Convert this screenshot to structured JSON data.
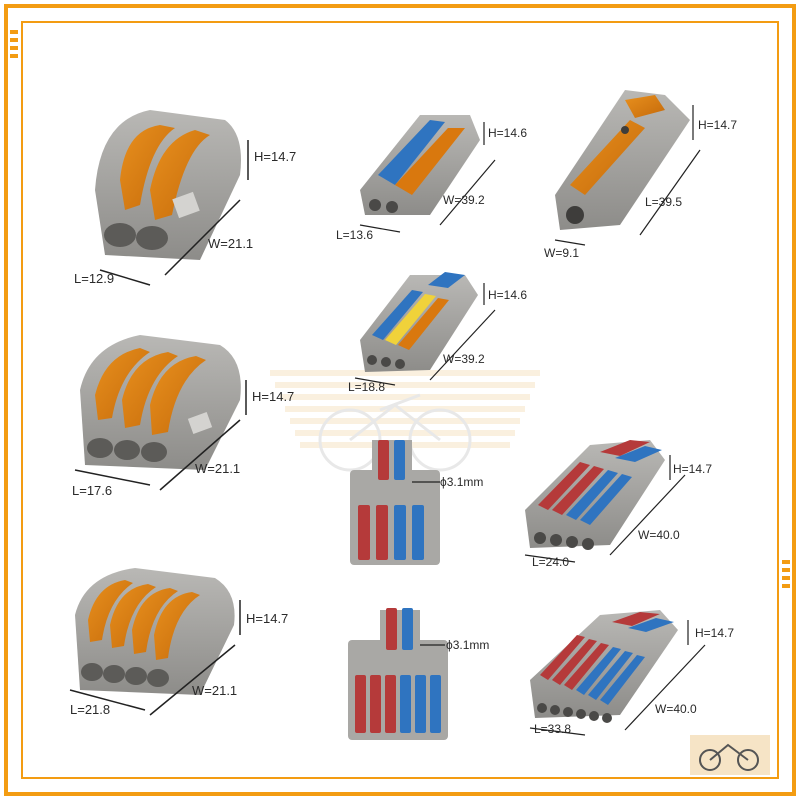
{
  "colors": {
    "frame_orange": "#f39c12",
    "housing_grey": "#a7a6a3",
    "housing_dark": "#7f7e7b",
    "lever_orange": "#d9780e",
    "lever_blue": "#2f74c0",
    "lever_red": "#b53a3a",
    "lever_yellow": "#f0d23a",
    "watermark": "#f6ead9"
  },
  "connectors": [
    {
      "name": "connector-2-way-large",
      "levers": [
        "orange",
        "orange"
      ],
      "L": "L=12.9",
      "W": "W=21.1",
      "H": "H=14.7"
    },
    {
      "name": "connector-2-way-split",
      "levers": [
        "blue",
        "orange"
      ],
      "L": "L=13.6",
      "W": "W=39.2",
      "H": "H=14.6"
    },
    {
      "name": "connector-1-way-inline",
      "levers": [
        "orange"
      ],
      "L": "W=9.1",
      "W": "L=39.5",
      "H": "H=14.7"
    },
    {
      "name": "connector-3-way-large",
      "levers": [
        "orange",
        "orange",
        "orange"
      ],
      "L": "L=17.6",
      "W": "W=21.1",
      "H": "H=14.7"
    },
    {
      "name": "connector-3-way-split",
      "levers": [
        "blue",
        "yellow",
        "orange"
      ],
      "L": "L=18.8",
      "W": "W=39.2",
      "H": "H=14.6"
    },
    {
      "name": "connector-4-way-large",
      "levers": [
        "orange",
        "orange",
        "orange",
        "orange"
      ],
      "L": "L=21.8",
      "W": "W=21.1",
      "H": "H=14.7"
    },
    {
      "name": "splitter-2-in-4-out",
      "levers": [
        "red",
        "blue"
      ],
      "D": "ϕ3.1mm"
    },
    {
      "name": "connector-4-way-split",
      "levers": [
        "red",
        "red",
        "blue",
        "blue"
      ],
      "L": "L=24.0",
      "W": "W=40.0",
      "H": "H=14.7"
    },
    {
      "name": "splitter-2-in-6-out",
      "levers": [
        "red",
        "blue"
      ],
      "D": "ϕ3.1mm"
    },
    {
      "name": "connector-6-way-split",
      "levers": [
        "red",
        "red",
        "red",
        "blue",
        "blue",
        "blue"
      ],
      "L": "L=33.8",
      "W": "W=40.0",
      "H": "H=14.7"
    }
  ],
  "labels": {
    "c1_h": "H=14.7",
    "c1_w": "W=21.1",
    "c1_l": "L=12.9",
    "c2_h": "H=14.6",
    "c2_w": "W=39.2",
    "c2_l": "L=13.6",
    "c3_h": "H=14.7",
    "c3_w": "L=39.5",
    "c3_l": "W=9.1",
    "c4_h": "H=14.7",
    "c4_w": "W=21.1",
    "c4_l": "L=17.6",
    "c5_h": "H=14.6",
    "c5_w": "W=39.2",
    "c5_l": "L=18.8",
    "c6_h": "H=14.7",
    "c6_w": "W=21.1",
    "c6_l": "L=21.8",
    "c7_d": "ϕ3.1mm",
    "c8_h": "H=14.7",
    "c8_w": "W=40.0",
    "c8_l": "L=24.0",
    "c9_d": "ϕ3.1mm",
    "c10_h": "H=14.7",
    "c10_w": "W=40.0",
    "c10_l": "L=33.8"
  }
}
